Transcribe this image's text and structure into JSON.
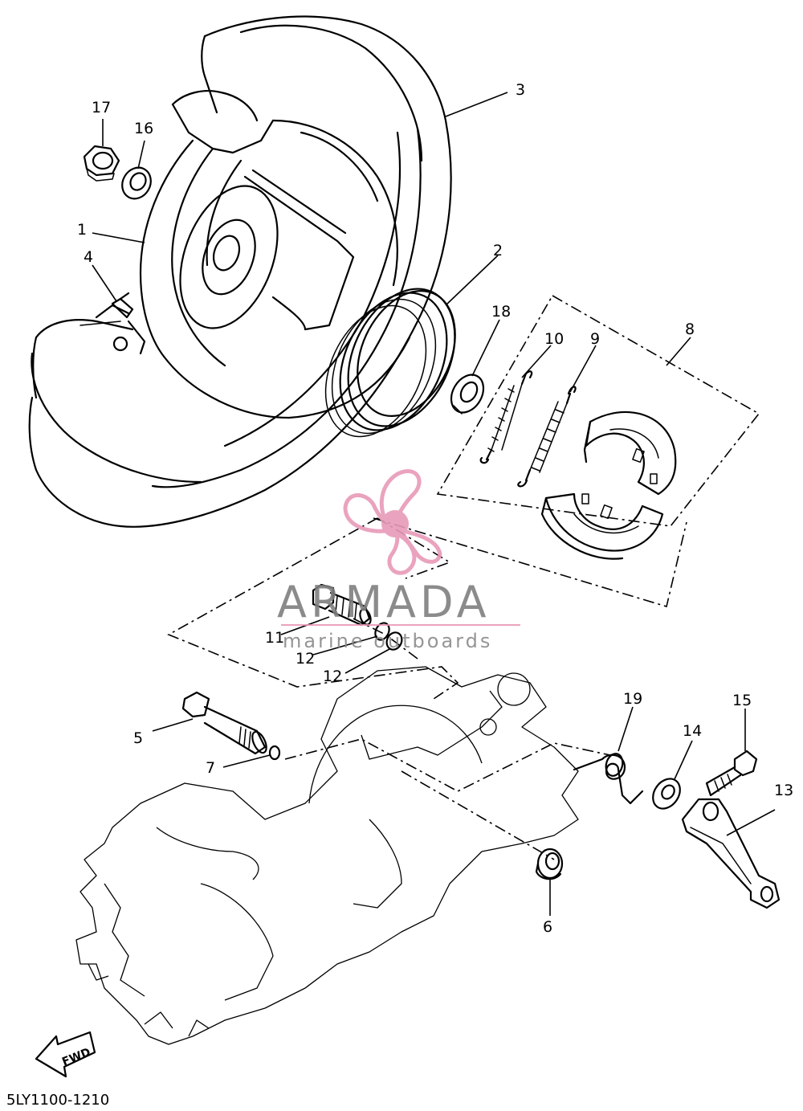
{
  "diagram": {
    "code": "5LY1100-1210",
    "fwd_label": "FWD",
    "watermark": {
      "brand": "ARMADA",
      "tagline": "marine outboards",
      "logo_color": "#e89ab8"
    },
    "callouts": {
      "c1": "1",
      "c2": "2",
      "c3": "3",
      "c4": "4",
      "c5": "5",
      "c6": "6",
      "c7": "7",
      "c8": "8",
      "c9": "9",
      "c10": "10",
      "c11": "11",
      "c12a": "12",
      "c12b": "12",
      "c13": "13",
      "c14": "14",
      "c15": "15",
      "c16": "16",
      "c17": "17",
      "c18": "18",
      "c19": "19"
    }
  }
}
